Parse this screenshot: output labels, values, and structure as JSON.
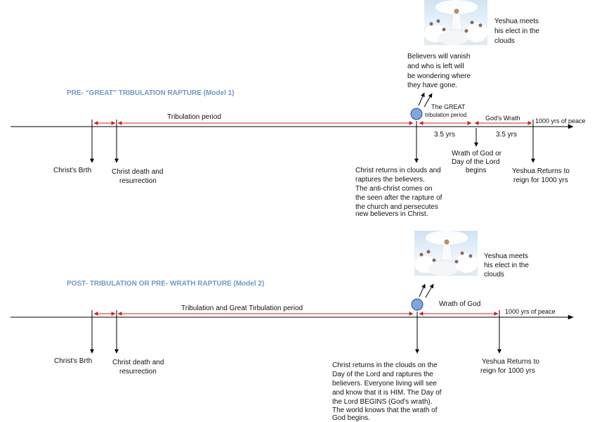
{
  "colors": {
    "timeline": "#000000",
    "interval_arrow": "#d22222",
    "title": "#6f98c8",
    "rapture_dot_fill": "#7ea6df",
    "rapture_dot_stroke": "#2e4e7e"
  },
  "model1": {
    "title": "PRE- “GREAT” TRIBULATION RAPTURE (Model 1)",
    "tribulation_label": "Tribulation period",
    "great_tribulation_label_1": "The GREAT",
    "great_tribulation_label_2": "tribulation period",
    "gods_wrath_label": "God's Wrath",
    "peace_label": "1000 yrs of peace",
    "half_1": "3.5 yrs",
    "half_2": "3.5 yrs",
    "vanish_lines": [
      "Believers will vanish",
      "and who is left will",
      "be wondering where",
      "they have gone."
    ],
    "meets_lines": [
      "Yeshua meets",
      "his elect in the",
      "clouds"
    ],
    "birth": "Christ's Brth",
    "death_lines": [
      "Christ death and",
      "resurrection"
    ],
    "returns_lines": [
      "Christ returns in clouds and",
      "raptures  the believers.",
      "The anti-christ comes on",
      "the seen after the rapture of",
      "the church and persecutes",
      "new believers in Christ."
    ],
    "wrath_lines": [
      "Wrath of God or",
      "Day of the Lord",
      "begins"
    ],
    "reign_lines": [
      "Yeshua Returns to",
      "reign for 1000 yrs"
    ]
  },
  "model2": {
    "title": "POST- TRIBULATION OR PRE- WRATH RAPTURE (Model 2)",
    "tribulation_label": "Tribulation and Great Tirbulation period",
    "wrath_label": "Wrath of God",
    "peace_label": "1000 yrs of peace",
    "meets_lines": [
      "Yeshua meets",
      "his elect in the",
      "clouds"
    ],
    "birth": "Christ's Brth",
    "death_lines": [
      "Christ death and",
      "resurrection"
    ],
    "returns_lines": [
      "Christ returns in the clouds on the",
      "Day of the Lord and raptures  the",
      "believers. Everyone living will see",
      "and know that it is HIM. The Day of",
      "the Lord BEGINS (God's wrath).",
      "The world knows that the wrath of",
      "God begins."
    ],
    "reign_lines": [
      "Yeshua Returns to",
      "reign for 1000 yrs"
    ]
  }
}
